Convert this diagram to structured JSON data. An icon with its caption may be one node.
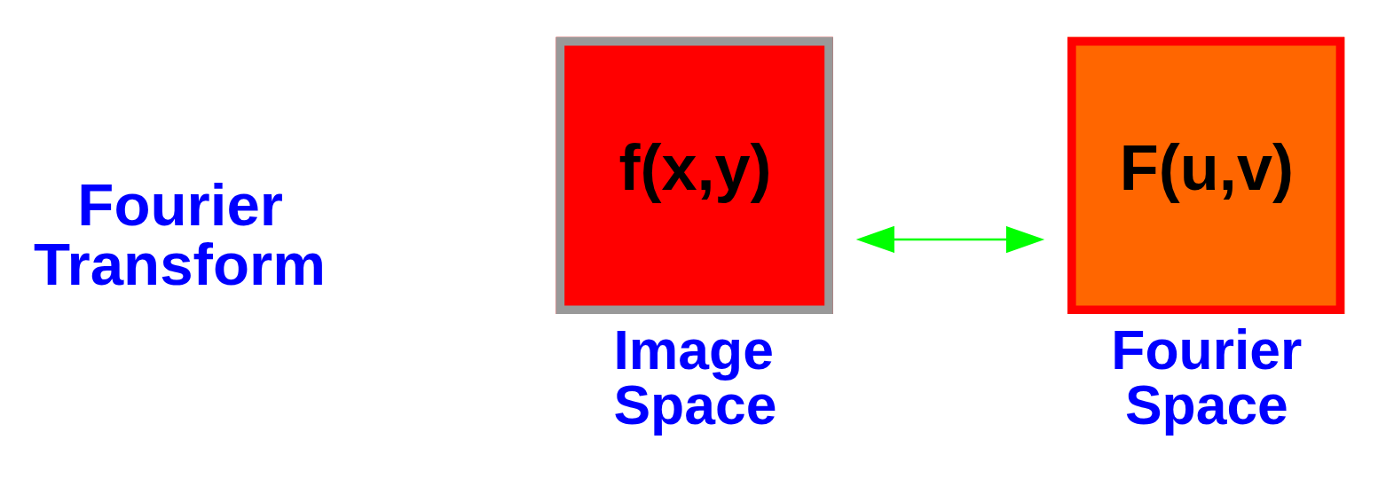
{
  "diagram": {
    "nodes": [
      {
        "text": [
          "f(x,y)"
        ],
        "beside": [
          "Image Space"
        ]
      },
      {
        "text": [
          "F(u,v)"
        ],
        "beside": [
          "Fourier Space"
        ]
      }
    ],
    "edges": [
      {
        "from": 0,
        "to": 1,
        "arrow": "both",
        "color": "#00ff00"
      }
    ],
    "labels": [
      "Fourier Transform"
    ]
  }
}
